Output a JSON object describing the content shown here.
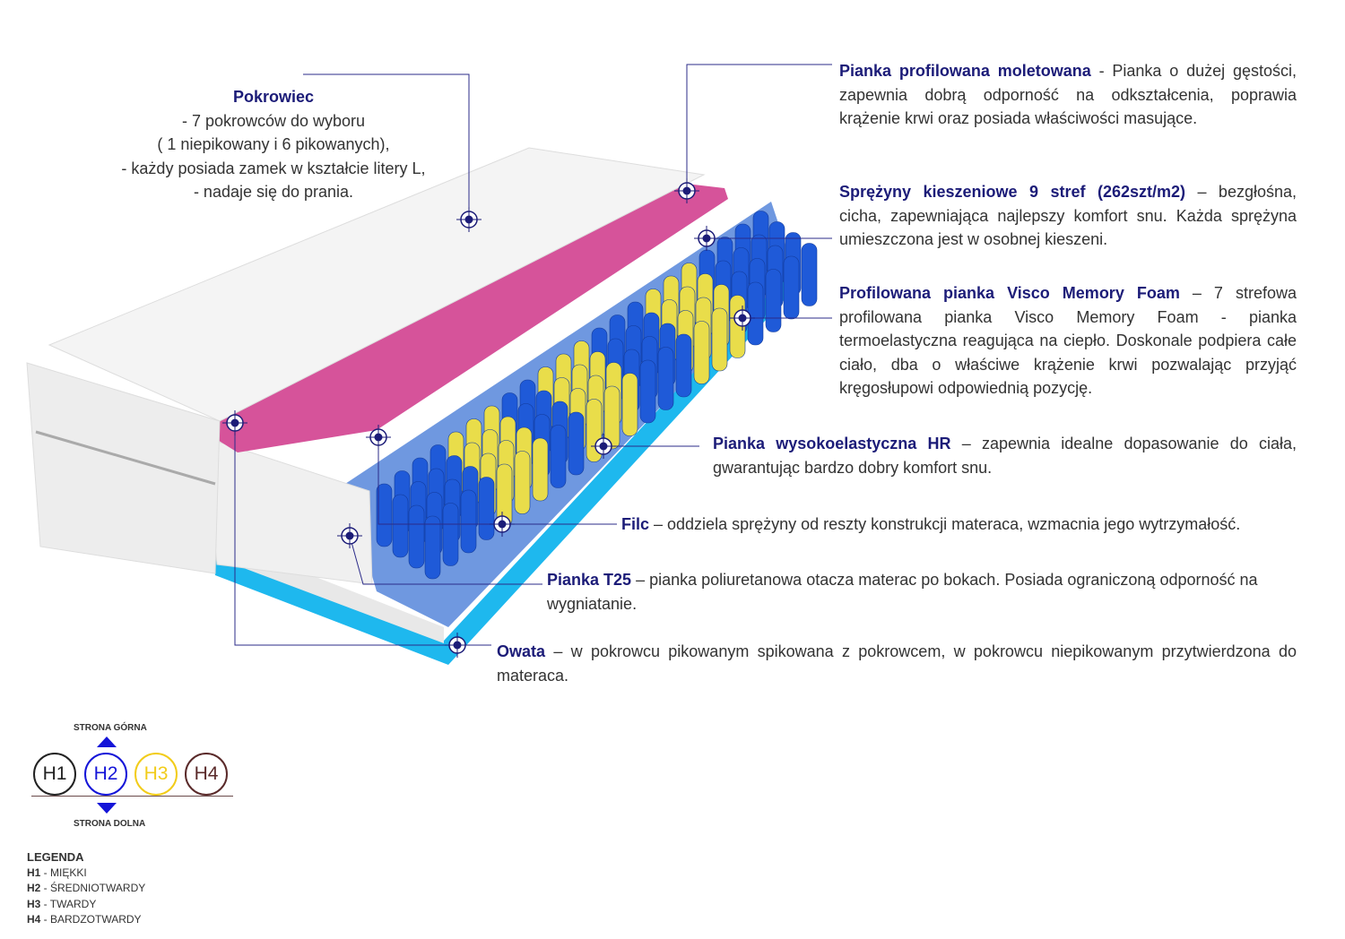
{
  "cover": {
    "title": "Pokrowiec",
    "lines": [
      "- 7 pokrowców do wyboru",
      "( 1 niepikowany i 6 pikowanych),",
      "-  każdy posiada zamek w kształcie litery L,",
      "- nadaje się do prania."
    ]
  },
  "layers": [
    {
      "title": "Pianka profilowana moletowana",
      "text": " - Pianka o dużej gęstości, zapewnia dobrą odporność na odkształcenia, poprawia krążenie krwi oraz posiada właściwości masujące."
    },
    {
      "title": "Sprężyny kieszeniowe 9 stref (262szt/m2)",
      "text": " – bezgłośna, cicha, zapewniająca najlepszy komfort snu. Każda sprężyna umieszczona jest w osobnej kieszeni."
    },
    {
      "title": "Profilowana pianka Visco Memory Foam",
      "text": " – 7 strefowa profilowana pianka Visco Memory Foam - pianka termoelastyczna reagująca na ciepło.  Doskonale podpiera całe ciało, dba o właściwe krążenie krwi pozwalając przyjąć kręgosłupowi odpowiednią pozycję."
    },
    {
      "title": "Pianka wysokoelastyczna HR",
      "text": " – zapewnia idealne dopasowanie do ciała, gwarantując bardzo dobry komfort snu."
    },
    {
      "title": "Filc",
      "text": " – oddziela sprężyny od reszty konstrukcji materaca, wzmacnia jego wytrzymałość."
    },
    {
      "title": "Pianka T25",
      "text": " – pianka poliuretanowa otacza materac po bokach. Posiada ograniczoną odporność na wygniatanie."
    },
    {
      "title": "Owata",
      "text": " – w pokrowcu pikowanym spikowana z pokrowcem, w pokrowcu niepikowanym przytwierdzona do materaca."
    }
  ],
  "hardness": {
    "top_label": "STRONA GÓRNA",
    "bottom_label": "STRONA DOLNA",
    "items": [
      {
        "label": "H1",
        "color": "#222222"
      },
      {
        "label": "H2",
        "color": "#1515d8"
      },
      {
        "label": "H3",
        "color": "#f2cc1a"
      },
      {
        "label": "H4",
        "color": "#5a2a2a"
      }
    ]
  },
  "legend": {
    "title": "LEGENDA",
    "items": [
      {
        "code": "H1",
        "name": " - MIĘKKI"
      },
      {
        "code": "H2",
        "name": " - ŚREDNIOTWARDY"
      },
      {
        "code": "H3",
        "name": " - TWARDY"
      },
      {
        "code": "H4",
        "name": " - BARDZOTWARDY"
      }
    ]
  }
}
